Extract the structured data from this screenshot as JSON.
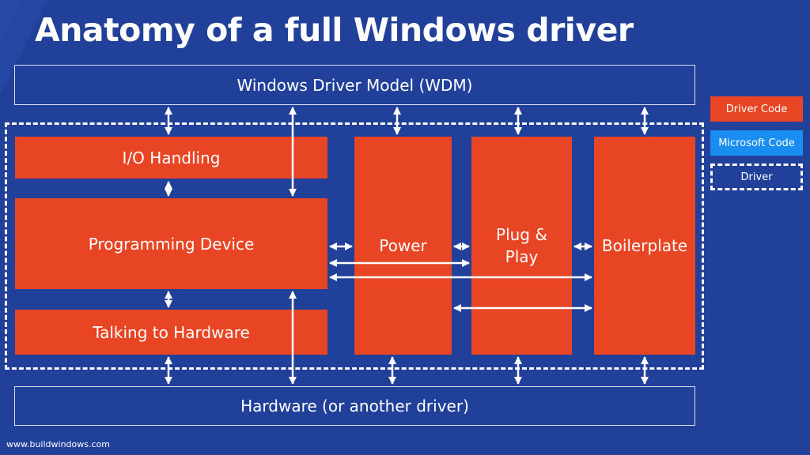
{
  "title": "Anatomy of a full Windows driver",
  "wdm_label": "Windows Driver Model (WDM)",
  "hardware_label": "Hardware (or another driver)",
  "blocks": {
    "io_handling": "I/O Handling",
    "programming_device": "Programming Device",
    "talking_to_hardware": "Talking to Hardware",
    "power": "Power",
    "plug_and_play_line1": "Plug &",
    "plug_and_play_line2": "Play",
    "boilerplate": "Boilerplate"
  },
  "legend": {
    "driver_code": "Driver Code",
    "microsoft_code": "Microsoft Code",
    "driver": "Driver"
  },
  "footer": "www.buildwindows.com",
  "colors": {
    "background": "#21409a",
    "driver_code": "#e84524",
    "microsoft_code": "#1a8ef0",
    "outline": "#ffffff"
  }
}
